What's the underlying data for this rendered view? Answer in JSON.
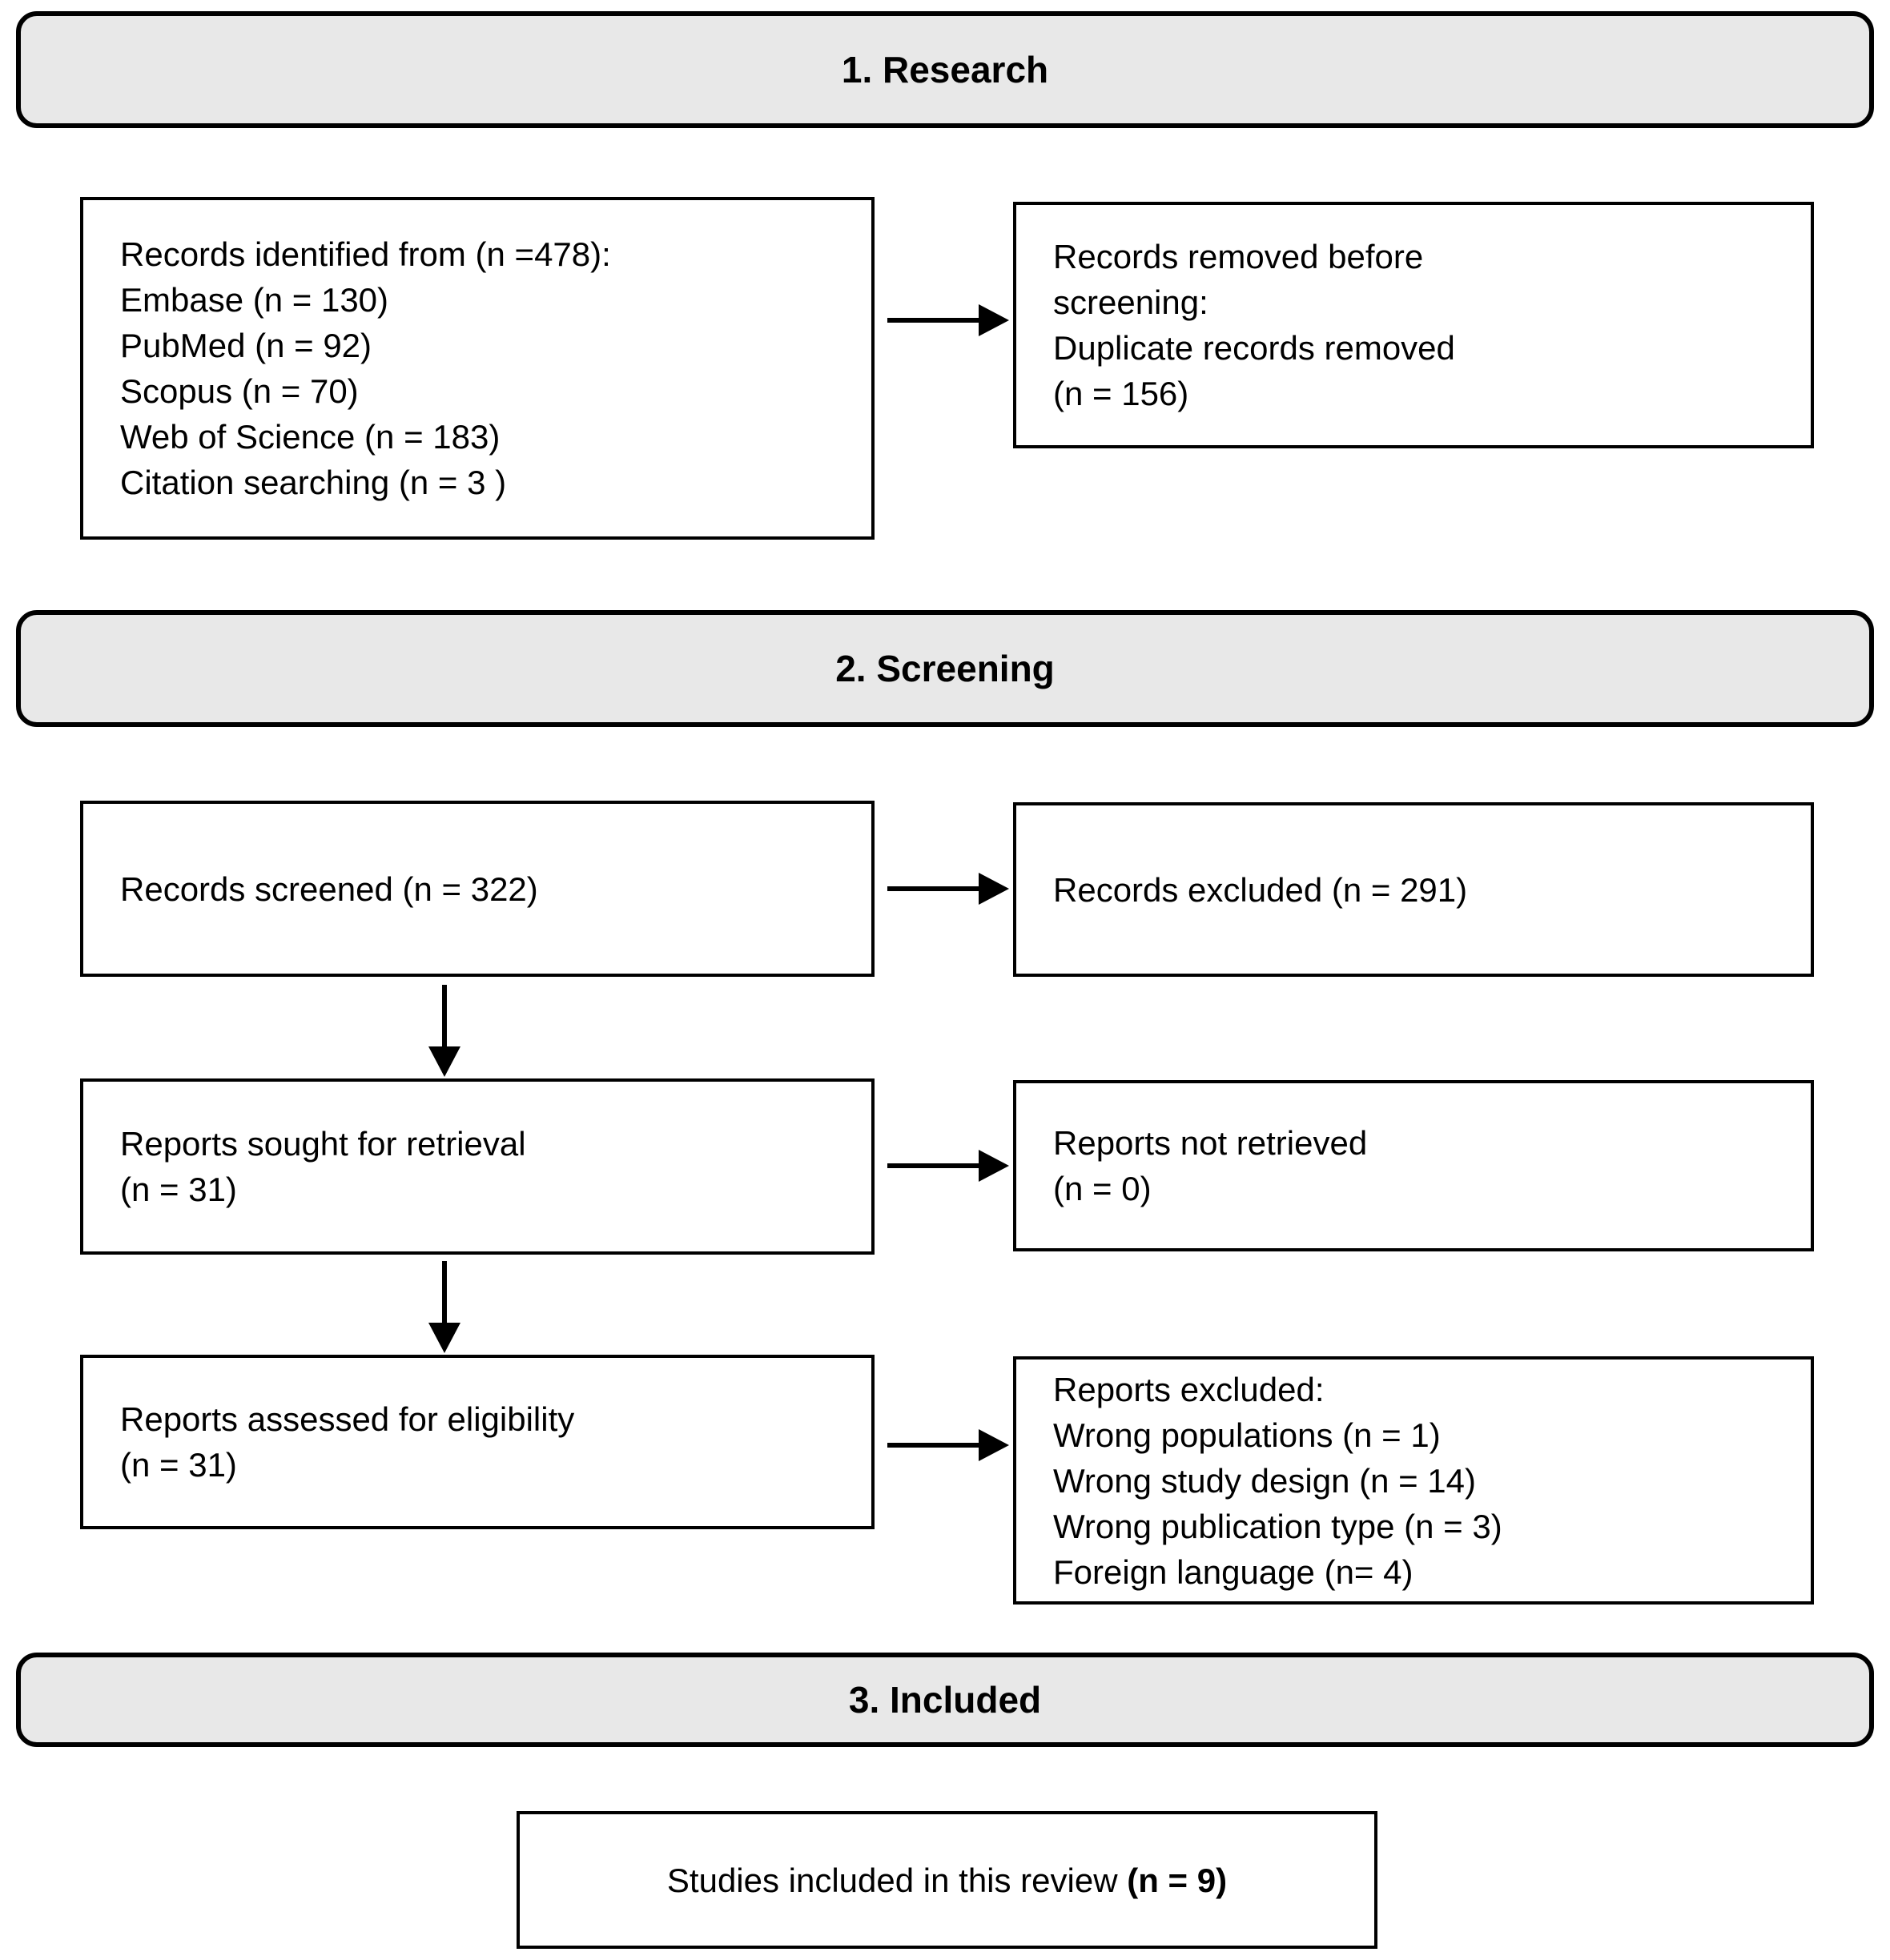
{
  "colors": {
    "background": "#ffffff",
    "banner_fill": "#e8e8e8",
    "border": "#000000",
    "text": "#000000"
  },
  "banners": {
    "research": {
      "label": "1. Research"
    },
    "screening": {
      "label": "2. Screening"
    },
    "included": {
      "label": "3. Included"
    }
  },
  "boxes": {
    "records_identified": {
      "lines": [
        "Records identified from (n =478):",
        "Embase (n = 130)",
        "PubMed (n = 92)",
        "Scopus (n = 70)",
        "Web of Science (n = 183)",
        "Citation searching (n = 3 )"
      ]
    },
    "records_removed": {
      "lines": [
        "Records removed before",
        "screening:",
        "Duplicate records removed",
        "(n = 156)"
      ]
    },
    "records_screened": {
      "lines": [
        "Records screened (n = 322)"
      ]
    },
    "records_excluded": {
      "lines": [
        "Records excluded (n = 291)"
      ]
    },
    "reports_sought": {
      "lines": [
        "Reports sought for retrieval",
        "(n = 31)"
      ]
    },
    "reports_not_retrieved": {
      "lines": [
        "Reports not retrieved",
        "(n = 0)"
      ]
    },
    "reports_assessed": {
      "lines": [
        "Reports assessed for eligibility",
        "(n = 31)"
      ]
    },
    "reports_excluded": {
      "lines": [
        "Reports excluded:",
        "Wrong populations (n = 1)",
        "Wrong study design (n = 14)",
        "Wrong publication type (n = 3)",
        "Foreign language (n= 4)"
      ]
    },
    "studies_included": {
      "text": "Studies included in this review ",
      "bold": "(n = 9)"
    }
  }
}
